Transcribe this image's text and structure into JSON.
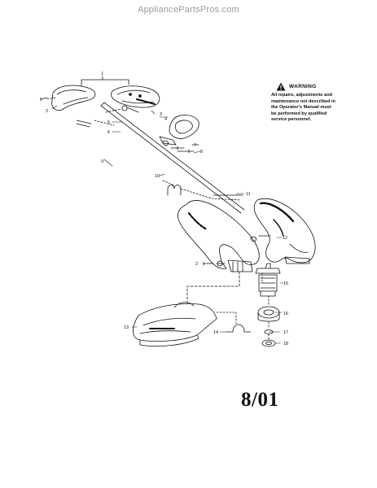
{
  "watermark": "AppliancePartsPros.com",
  "warning": {
    "title": "WARNING",
    "lines": [
      "All repairs, adjustments and",
      "maintenance not described in",
      "the Operator's Manual must",
      "be performed by qualified",
      "service personnel."
    ]
  },
  "date_code": "8/01",
  "callouts": [
    "1",
    "2",
    "3",
    "4",
    "5",
    "6",
    "7",
    "8",
    "9",
    "10",
    "11",
    "12",
    "2",
    "15",
    "16",
    "13",
    "14",
    "17",
    "18"
  ]
}
